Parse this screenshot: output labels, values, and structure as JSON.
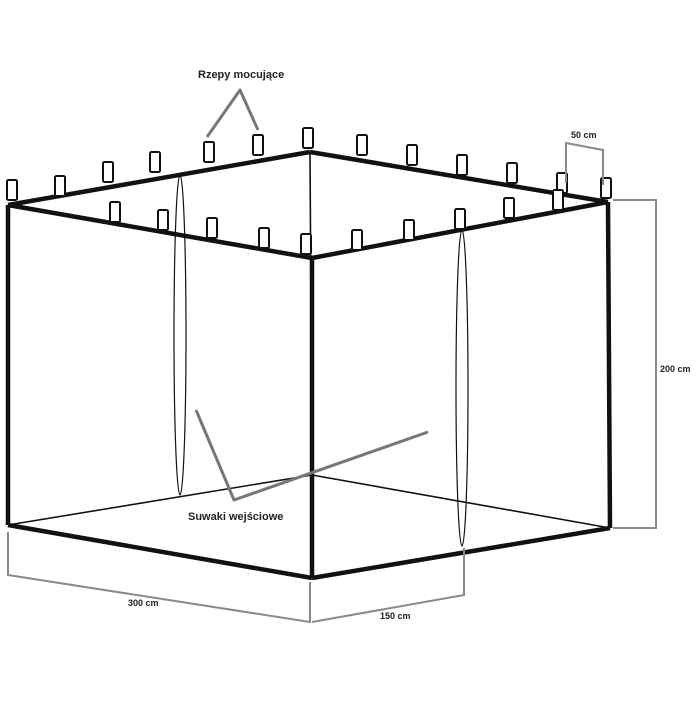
{
  "labels": {
    "clips": "Rzepy mocujące",
    "entrances": "Suwaki wejściowe",
    "width": "300 cm",
    "depth": "150 cm",
    "height": "200 cm",
    "clip_width": "50 cm"
  },
  "colors": {
    "frame": "#111111",
    "dimension": "#8a8a8a",
    "pointer": "#777777",
    "background": "#ffffff"
  }
}
